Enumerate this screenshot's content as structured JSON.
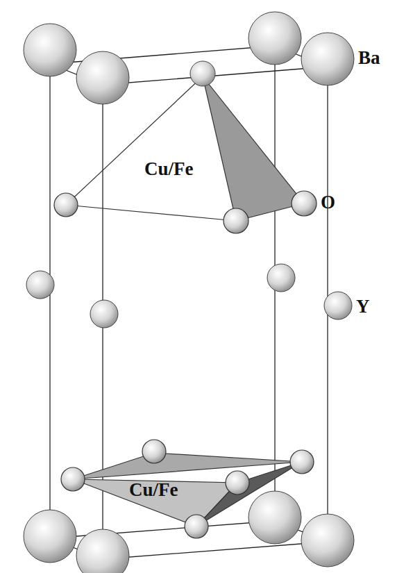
{
  "diagram": {
    "labels": [
      "Ba",
      "Cu/Fe",
      "O",
      "Y",
      "Cu/Fe"
    ]
  }
}
